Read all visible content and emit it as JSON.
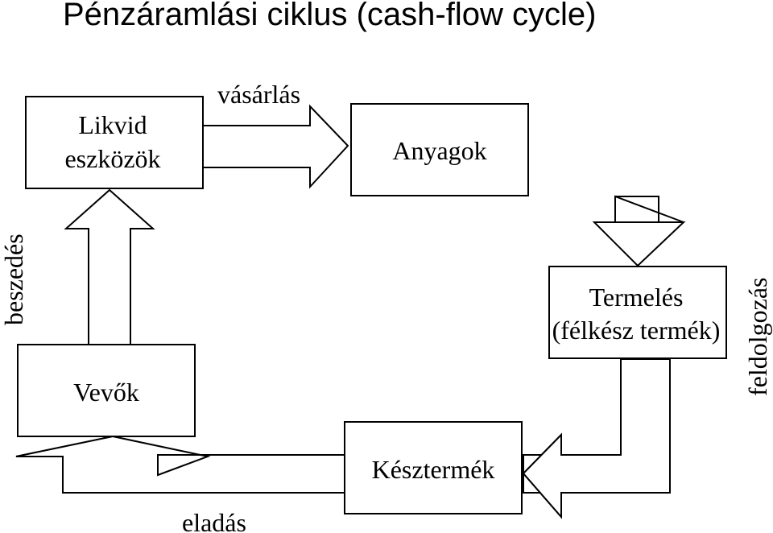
{
  "title": "Pénzáramlási ciklus (cash-flow cycle)",
  "nodes": {
    "likvid": [
      "Likvid",
      "eszközök"
    ],
    "anyagok": "Anyagok",
    "termeles": [
      "Termelés",
      "(félkész termék)"
    ],
    "keszTermek": "Késztermék",
    "vevok": "Vevők"
  },
  "arrows": {
    "vasarlas": "vásárlás",
    "feldolgozas": "feldolgozás",
    "eladas": "eladás",
    "beszedes": "beszedés"
  },
  "colors": {
    "stroke": "#000000",
    "fill": "#ffffff",
    "text": "#000000"
  }
}
